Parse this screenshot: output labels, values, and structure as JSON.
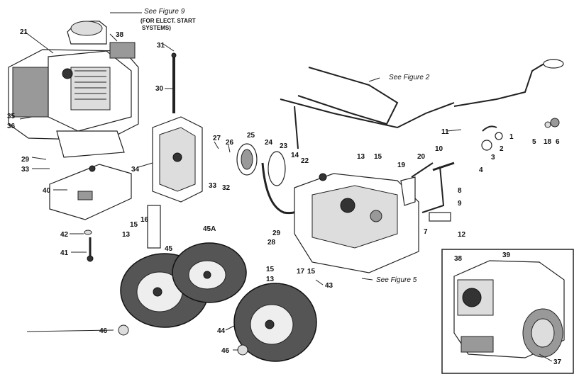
{
  "figure_notes": {
    "fig9": "See Figure 9",
    "elect1": "(FOR ELECT. START",
    "elect2": "SYSTEMS)",
    "fig2": "See Figure 2",
    "fig5": "See Figure 5"
  },
  "callouts": {
    "c21": "21",
    "c38a": "38",
    "c31": "31",
    "c30": "30",
    "c35": "35",
    "c36": "36",
    "c29a": "29",
    "c33a": "33",
    "c40": "40",
    "c42": "42",
    "c41": "41",
    "c34": "34",
    "c27": "27",
    "c26": "26",
    "c25": "25",
    "c24": "24",
    "c23": "23",
    "c14": "14",
    "c22": "22",
    "c33b": "33",
    "c32": "32",
    "c16": "16",
    "c15a": "15",
    "c13a": "13",
    "c45": "45",
    "c45a": "45A",
    "c46a": "46",
    "c44": "44",
    "c46b": "46",
    "c13b": "13",
    "c15b": "15",
    "c19": "19",
    "c20": "20",
    "c11": "11",
    "c10": "10",
    "c1": "1",
    "c2": "2",
    "c3": "3",
    "c4": "4",
    "c5": "5",
    "c18": "18",
    "c6": "6",
    "c8": "8",
    "c9": "9",
    "c7": "7",
    "c12": "12",
    "c29b": "29",
    "c28": "28",
    "c15c": "15",
    "c13c": "13",
    "c17": "17",
    "c15d": "15",
    "c43": "43",
    "c38b": "38",
    "c39": "39",
    "c37": "37"
  }
}
